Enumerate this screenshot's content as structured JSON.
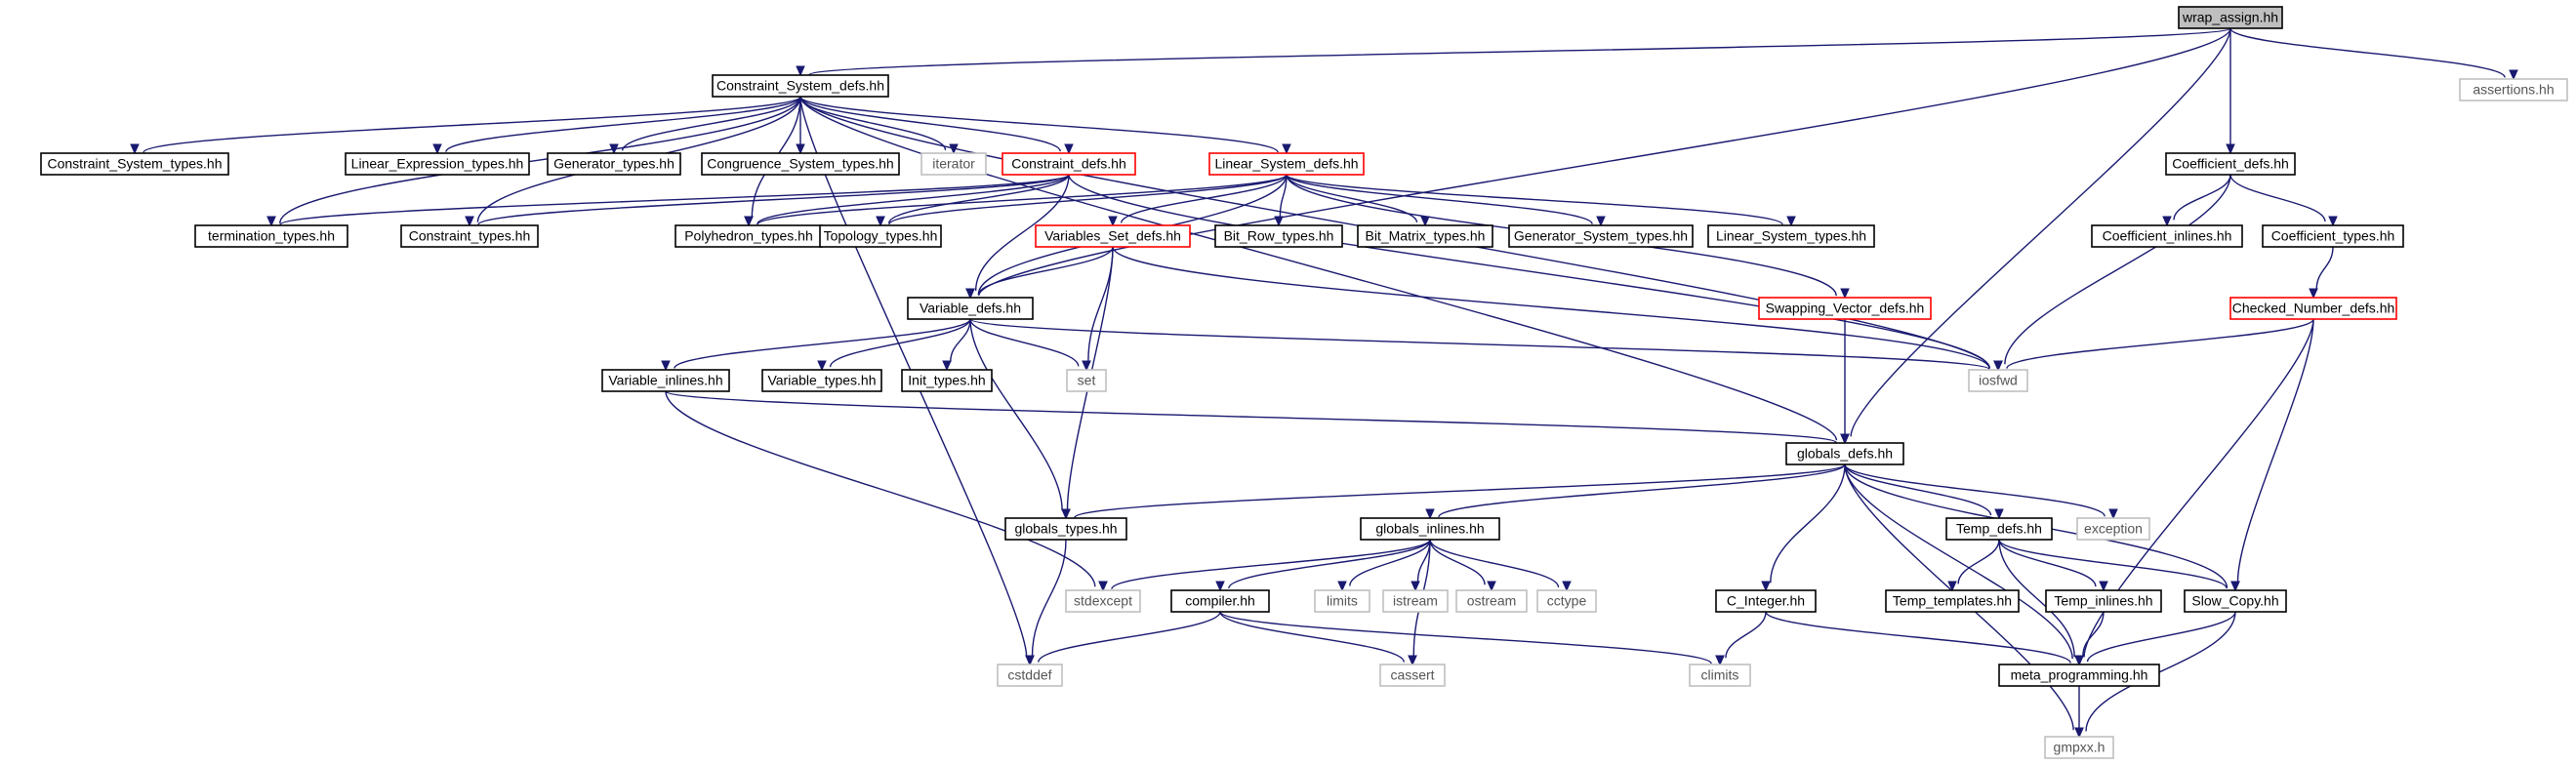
{
  "colors": {
    "edge": "#191970",
    "node_border": "#000000",
    "system_border": "#bfbfbf",
    "truncated_border": "#ff0000",
    "root_fill": "#bfbfbf"
  },
  "nodes": [
    {
      "id": "wrap_assign",
      "label": "wrap_assign.hh",
      "kind": "root"
    },
    {
      "id": "constraint_system_defs",
      "label": "Constraint_System_defs.hh",
      "kind": "normal"
    },
    {
      "id": "assertions",
      "label": "assertions.hh",
      "kind": "system"
    },
    {
      "id": "coefficient_defs",
      "label": "Coefficient_defs.hh",
      "kind": "normal"
    },
    {
      "id": "constraint_system_types",
      "label": "Constraint_System_types.hh",
      "kind": "normal"
    },
    {
      "id": "linear_expression_types",
      "label": "Linear_Expression_types.hh",
      "kind": "normal"
    },
    {
      "id": "generator_types",
      "label": "Generator_types.hh",
      "kind": "normal"
    },
    {
      "id": "congruence_system_types",
      "label": "Congruence_System_types.hh",
      "kind": "normal"
    },
    {
      "id": "iterator",
      "label": "iterator",
      "kind": "system"
    },
    {
      "id": "constraint_defs",
      "label": "Constraint_defs.hh",
      "kind": "truncated"
    },
    {
      "id": "linear_system_defs",
      "label": "Linear_System_defs.hh",
      "kind": "truncated"
    },
    {
      "id": "coefficient_inlines",
      "label": "Coefficient_inlines.hh",
      "kind": "normal"
    },
    {
      "id": "coefficient_types",
      "label": "Coefficient_types.hh",
      "kind": "normal"
    },
    {
      "id": "termination_types",
      "label": "termination_types.hh",
      "kind": "normal"
    },
    {
      "id": "constraint_types",
      "label": "Constraint_types.hh",
      "kind": "normal"
    },
    {
      "id": "polyhedron_types",
      "label": "Polyhedron_types.hh",
      "kind": "normal"
    },
    {
      "id": "topology_types",
      "label": "Topology_types.hh",
      "kind": "normal"
    },
    {
      "id": "variables_set_defs",
      "label": "Variables_Set_defs.hh",
      "kind": "truncated"
    },
    {
      "id": "bit_row_types",
      "label": "Bit_Row_types.hh",
      "kind": "normal"
    },
    {
      "id": "bit_matrix_types",
      "label": "Bit_Matrix_types.hh",
      "kind": "normal"
    },
    {
      "id": "generator_system_types",
      "label": "Generator_System_types.hh",
      "kind": "normal"
    },
    {
      "id": "linear_system_types",
      "label": "Linear_System_types.hh",
      "kind": "normal"
    },
    {
      "id": "checked_number_defs",
      "label": "Checked_Number_defs.hh",
      "kind": "truncated"
    },
    {
      "id": "swapping_vector_defs",
      "label": "Swapping_Vector_defs.hh",
      "kind": "truncated"
    },
    {
      "id": "variable_defs",
      "label": "Variable_defs.hh",
      "kind": "normal"
    },
    {
      "id": "variable_inlines",
      "label": "Variable_inlines.hh",
      "kind": "normal"
    },
    {
      "id": "variable_types",
      "label": "Variable_types.hh",
      "kind": "normal"
    },
    {
      "id": "init_types",
      "label": "Init_types.hh",
      "kind": "normal"
    },
    {
      "id": "set",
      "label": "set",
      "kind": "system"
    },
    {
      "id": "iosfwd",
      "label": "iosfwd",
      "kind": "system"
    },
    {
      "id": "globals_defs",
      "label": "globals_defs.hh",
      "kind": "normal"
    },
    {
      "id": "globals_types",
      "label": "globals_types.hh",
      "kind": "normal"
    },
    {
      "id": "globals_inlines",
      "label": "globals_inlines.hh",
      "kind": "normal"
    },
    {
      "id": "temp_defs",
      "label": "Temp_defs.hh",
      "kind": "normal"
    },
    {
      "id": "exception",
      "label": "exception",
      "kind": "system"
    },
    {
      "id": "stdexcept",
      "label": "stdexcept",
      "kind": "system"
    },
    {
      "id": "compiler",
      "label": "compiler.hh",
      "kind": "normal"
    },
    {
      "id": "limits",
      "label": "limits",
      "kind": "system"
    },
    {
      "id": "istream",
      "label": "istream",
      "kind": "system"
    },
    {
      "id": "ostream",
      "label": "ostream",
      "kind": "system"
    },
    {
      "id": "cctype",
      "label": "cctype",
      "kind": "system"
    },
    {
      "id": "c_integer",
      "label": "C_Integer.hh",
      "kind": "normal"
    },
    {
      "id": "temp_templates",
      "label": "Temp_templates.hh",
      "kind": "normal"
    },
    {
      "id": "temp_inlines",
      "label": "Temp_inlines.hh",
      "kind": "normal"
    },
    {
      "id": "slow_copy",
      "label": "Slow_Copy.hh",
      "kind": "normal"
    },
    {
      "id": "cstddef",
      "label": "cstddef",
      "kind": "system"
    },
    {
      "id": "cassert",
      "label": "cassert",
      "kind": "system"
    },
    {
      "id": "climits",
      "label": "climits",
      "kind": "system"
    },
    {
      "id": "meta_programming",
      "label": "meta_programming.hh",
      "kind": "normal"
    },
    {
      "id": "gmpxx",
      "label": "gmpxx.h",
      "kind": "system"
    }
  ],
  "edges": [
    [
      "wrap_assign",
      "constraint_system_defs"
    ],
    [
      "wrap_assign",
      "assertions"
    ],
    [
      "wrap_assign",
      "coefficient_defs"
    ],
    [
      "wrap_assign",
      "globals_defs"
    ],
    [
      "wrap_assign",
      "variable_defs"
    ],
    [
      "constraint_system_defs",
      "constraint_system_types"
    ],
    [
      "constraint_system_defs",
      "linear_expression_types"
    ],
    [
      "constraint_system_defs",
      "generator_types"
    ],
    [
      "constraint_system_defs",
      "congruence_system_types"
    ],
    [
      "constraint_system_defs",
      "iterator"
    ],
    [
      "constraint_system_defs",
      "constraint_defs"
    ],
    [
      "constraint_system_defs",
      "linear_system_defs"
    ],
    [
      "constraint_system_defs",
      "termination_types"
    ],
    [
      "constraint_system_defs",
      "constraint_types"
    ],
    [
      "constraint_system_defs",
      "polyhedron_types"
    ],
    [
      "constraint_system_defs",
      "iosfwd"
    ],
    [
      "constraint_system_defs",
      "globals_defs"
    ],
    [
      "constraint_system_defs",
      "cstddef"
    ],
    [
      "coefficient_defs",
      "coefficient_inlines"
    ],
    [
      "coefficient_defs",
      "coefficient_types"
    ],
    [
      "coefficient_defs",
      "iosfwd"
    ],
    [
      "coefficient_types",
      "checked_number_defs"
    ],
    [
      "constraint_defs",
      "termination_types"
    ],
    [
      "constraint_defs",
      "constraint_types"
    ],
    [
      "constraint_defs",
      "polyhedron_types"
    ],
    [
      "constraint_defs",
      "topology_types"
    ],
    [
      "constraint_defs",
      "variable_defs"
    ],
    [
      "constraint_defs",
      "iosfwd"
    ],
    [
      "linear_system_defs",
      "polyhedron_types"
    ],
    [
      "linear_system_defs",
      "topology_types"
    ],
    [
      "linear_system_defs",
      "variables_set_defs"
    ],
    [
      "linear_system_defs",
      "bit_row_types"
    ],
    [
      "linear_system_defs",
      "bit_matrix_types"
    ],
    [
      "linear_system_defs",
      "generator_system_types"
    ],
    [
      "linear_system_defs",
      "linear_system_types"
    ],
    [
      "linear_system_defs",
      "swapping_vector_defs"
    ],
    [
      "linear_system_defs",
      "variable_defs"
    ],
    [
      "variables_set_defs",
      "variable_defs"
    ],
    [
      "variables_set_defs",
      "set"
    ],
    [
      "variables_set_defs",
      "globals_types"
    ],
    [
      "variables_set_defs",
      "iosfwd"
    ],
    [
      "swapping_vector_defs",
      "globals_defs"
    ],
    [
      "checked_number_defs",
      "iosfwd"
    ],
    [
      "checked_number_defs",
      "slow_copy"
    ],
    [
      "checked_number_defs",
      "meta_programming"
    ],
    [
      "variable_defs",
      "variable_inlines"
    ],
    [
      "variable_defs",
      "variable_types"
    ],
    [
      "variable_defs",
      "init_types"
    ],
    [
      "variable_defs",
      "set"
    ],
    [
      "variable_defs",
      "iosfwd"
    ],
    [
      "variable_defs",
      "globals_types"
    ],
    [
      "variable_inlines",
      "globals_defs"
    ],
    [
      "variable_inlines",
      "stdexcept"
    ],
    [
      "globals_defs",
      "globals_types"
    ],
    [
      "globals_defs",
      "globals_inlines"
    ],
    [
      "globals_defs",
      "temp_defs"
    ],
    [
      "globals_defs",
      "exception"
    ],
    [
      "globals_defs",
      "slow_copy"
    ],
    [
      "globals_defs",
      "c_integer"
    ],
    [
      "globals_defs",
      "meta_programming"
    ],
    [
      "globals_defs",
      "gmpxx"
    ],
    [
      "globals_types",
      "cstddef"
    ],
    [
      "globals_inlines",
      "stdexcept"
    ],
    [
      "globals_inlines",
      "compiler"
    ],
    [
      "globals_inlines",
      "limits"
    ],
    [
      "globals_inlines",
      "istream"
    ],
    [
      "globals_inlines",
      "ostream"
    ],
    [
      "globals_inlines",
      "cctype"
    ],
    [
      "globals_inlines",
      "cassert"
    ],
    [
      "compiler",
      "cstddef"
    ],
    [
      "compiler",
      "cassert"
    ],
    [
      "compiler",
      "climits"
    ],
    [
      "temp_defs",
      "temp_templates"
    ],
    [
      "temp_defs",
      "temp_inlines"
    ],
    [
      "temp_defs",
      "slow_copy"
    ],
    [
      "temp_defs",
      "meta_programming"
    ],
    [
      "temp_inlines",
      "meta_programming"
    ],
    [
      "slow_copy",
      "meta_programming"
    ],
    [
      "slow_copy",
      "gmpxx"
    ],
    [
      "c_integer",
      "climits"
    ],
    [
      "c_integer",
      "meta_programming"
    ],
    [
      "meta_programming",
      "gmpxx"
    ]
  ]
}
